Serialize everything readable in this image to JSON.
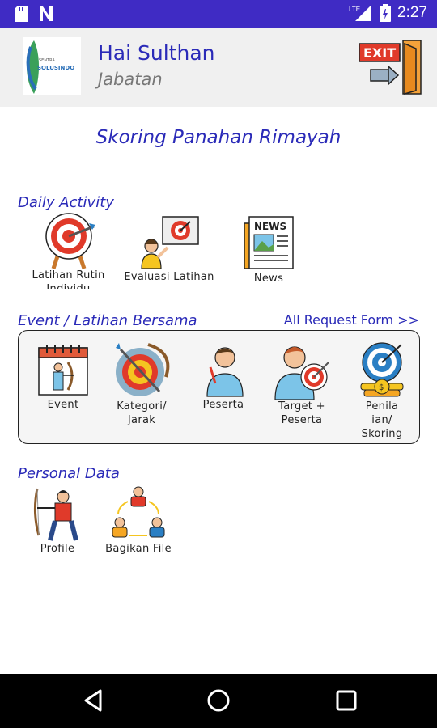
{
  "status_bar": {
    "time": "2:27",
    "network": "LTE",
    "icons": [
      "sd-card-icon",
      "notification-n-icon",
      "signal-icon",
      "battery-icon"
    ]
  },
  "header": {
    "logo_text_top": "SENTRA",
    "logo_text_bottom": "SOLUSINDO",
    "greeting": "Hai Sulthan",
    "subtitle": "Jabatan",
    "exit_sign": "EXIT"
  },
  "app_title": "Skoring Panahan Rimayah",
  "daily_activity": {
    "title": "Daily Activity",
    "items": [
      {
        "label_line1": "Latihan Rutin",
        "label_line2": "Individu",
        "icon": "archery-target-stand-icon"
      },
      {
        "label_line1": "Evaluasi Latihan",
        "label_line2": "",
        "icon": "presentation-target-icon"
      },
      {
        "label_line1": "News",
        "label_line2": "",
        "icon": "newspaper-icon"
      }
    ]
  },
  "event_section": {
    "title": "Event / Latihan Bersama",
    "link": "All Request Form >>",
    "items": [
      {
        "label_line1": "Event",
        "label_line2": "",
        "label_line3": "",
        "icon": "calendar-archer-icon"
      },
      {
        "label_line1": "Kategori/",
        "label_line2": "Jarak",
        "label_line3": "",
        "icon": "bow-target-icon"
      },
      {
        "label_line1": "Peserta",
        "label_line2": "",
        "label_line3": "",
        "icon": "participant-icon"
      },
      {
        "label_line1": "Target +",
        "label_line2": "Peserta",
        "label_line3": "",
        "icon": "person-target-icon"
      },
      {
        "label_line1": "Penila",
        "label_line2": "ian/",
        "label_line3": "Skoring",
        "icon": "target-coins-icon"
      }
    ]
  },
  "personal_data": {
    "title": "Personal Data",
    "items": [
      {
        "label": "Profile",
        "icon": "archer-icon"
      },
      {
        "label": "Bagikan File",
        "icon": "share-people-icon"
      }
    ]
  },
  "colors": {
    "status_bar": "#3f2bc4",
    "accent_text": "#2a2ab8",
    "header_bg": "#f0f0f0"
  }
}
